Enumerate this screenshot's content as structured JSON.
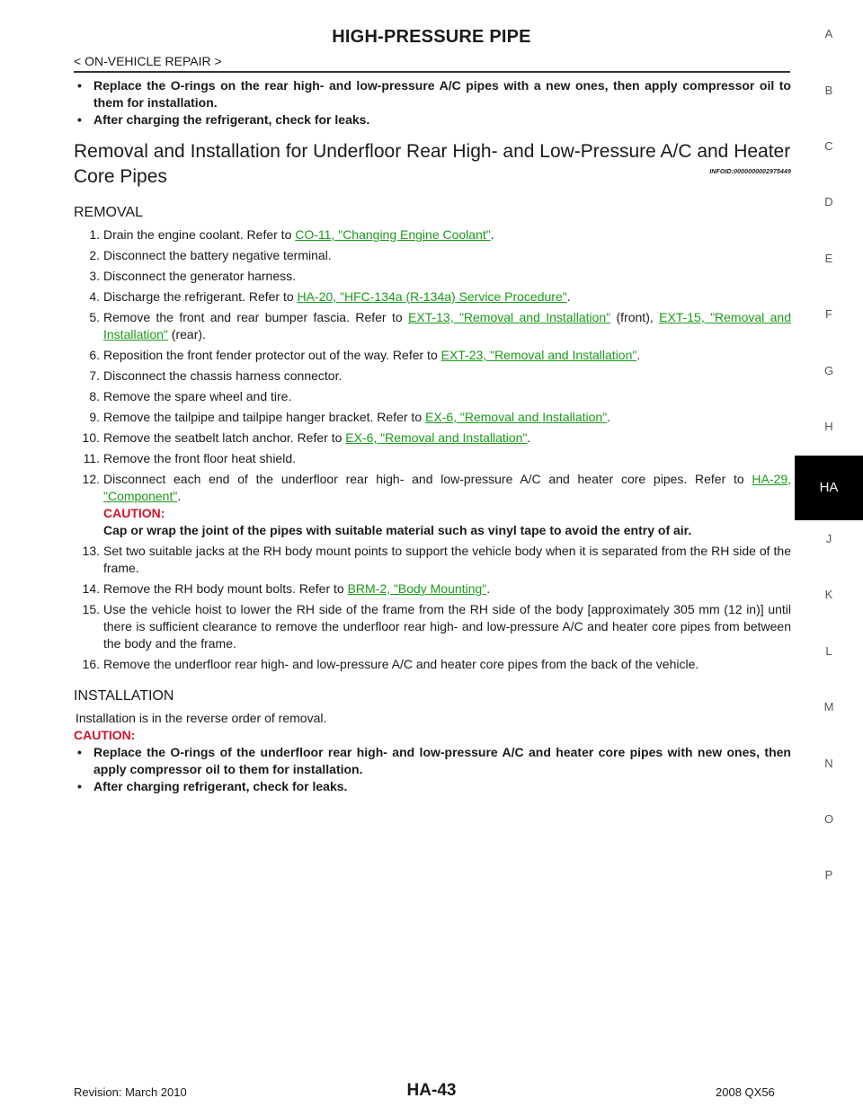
{
  "header": {
    "title": "HIGH-PRESSURE PIPE",
    "breadcrumb": "< ON-VEHICLE REPAIR >"
  },
  "intro_bullets": [
    "Replace the O-rings on the rear high- and low-pressure A/C pipes with a new ones, then apply compressor oil to them for installation.",
    "After charging the refrigerant, check for leaks."
  ],
  "section": {
    "title": "Removal and Installation for Underfloor Rear High- and Low-Pressure A/C and Heater Core Pipes",
    "info_id": "INFOID:0000000002975449"
  },
  "removal": {
    "heading": "REMOVAL",
    "steps": [
      {
        "num": "1.",
        "pre": "Drain the engine coolant. Refer to ",
        "link": "CO-11, \"Changing Engine Coolant\"",
        "post": "."
      },
      {
        "num": "2.",
        "text": "Disconnect the battery negative terminal."
      },
      {
        "num": "3.",
        "text": "Disconnect the generator harness."
      },
      {
        "num": "4.",
        "pre": "Discharge the refrigerant. Refer to ",
        "link": "HA-20, \"HFC-134a (R-134a) Service Procedure\"",
        "post": "."
      },
      {
        "num": "5.",
        "pre": "Remove the front and rear bumper fascia. Refer to ",
        "link": "EXT-13, \"Removal and Installation\"",
        "mid": " (front), ",
        "link2": "EXT-15, \"Removal and Installation\"",
        "post": " (rear)."
      },
      {
        "num": "6.",
        "pre": "Reposition the front fender protector out of the way. Refer to ",
        "link": "EXT-23, \"Removal and Installation\"",
        "post": "."
      },
      {
        "num": "7.",
        "text": "Disconnect the chassis harness connector."
      },
      {
        "num": "8.",
        "text": "Remove the spare wheel and tire."
      },
      {
        "num": "9.",
        "pre": "Remove the tailpipe and tailpipe hanger bracket. Refer to ",
        "link": "EX-6, \"Removal and Installation\"",
        "post": "."
      },
      {
        "num": "10.",
        "pre": "Remove the seatbelt latch anchor. Refer to ",
        "link": "EX-6, \"Removal and Installation\"",
        "post": "."
      },
      {
        "num": "11.",
        "text": "Remove the front floor heat shield."
      },
      {
        "num": "12.",
        "pre": "Disconnect each end of the underfloor rear high- and low-pressure A/C and heater core pipes. Refer to ",
        "link": "HA-29, \"Component\"",
        "post": ".",
        "caution_label": "CAUTION:",
        "caution_text": "Cap or wrap the joint of the pipes with suitable material such as vinyl tape to avoid the entry of air."
      },
      {
        "num": "13.",
        "text": "Set two suitable jacks at the RH body mount points to support the vehicle body when it is separated from the RH side of the frame."
      },
      {
        "num": "14.",
        "pre": "Remove the RH body mount bolts. Refer to ",
        "link": "BRM-2, \"Body Mounting\"",
        "post": "."
      },
      {
        "num": "15.",
        "text": "Use the vehicle hoist to lower the RH side of the frame from the RH side of the body [approximately 305 mm (12 in)] until there is sufficient clearance to remove the underfloor rear high- and low-pressure A/C and heater core pipes from between the body and the frame."
      },
      {
        "num": "16.",
        "text": "Remove the underfloor rear high- and low-pressure A/C and heater core pipes from the back of the vehicle."
      }
    ]
  },
  "installation": {
    "heading": "INSTALLATION",
    "text": "Installation is in the reverse order of removal.",
    "caution_label": "CAUTION:",
    "bullets": [
      "Replace the O-rings of the underfloor rear high- and low-pressure A/C and heater core pipes with new ones, then apply compressor oil to them for installation.",
      "After charging refrigerant, check for leaks."
    ]
  },
  "side_tabs": [
    "A",
    "B",
    "C",
    "D",
    "E",
    "F",
    "G",
    "H",
    "HA",
    "J",
    "K",
    "L",
    "M",
    "N",
    "O",
    "P"
  ],
  "active_tab": "HA",
  "footer": {
    "revision": "Revision: March 2010",
    "page": "HA-43",
    "model": "2008 QX56"
  },
  "colors": {
    "link": "#1a9a1a",
    "caution": "#d0142c",
    "active_tab_bg": "#000000"
  }
}
